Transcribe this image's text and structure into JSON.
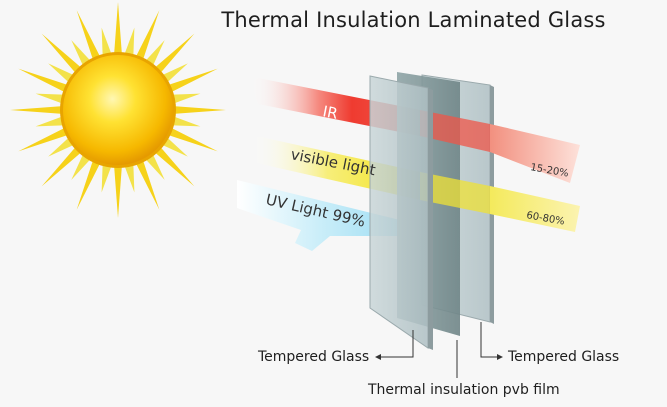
{
  "title": "Thermal Insulation Laminated Glass",
  "rays": {
    "ir": {
      "label": "IR",
      "percent": "15-20%",
      "color": "#ef4a3f"
    },
    "visible": {
      "label": "visible light",
      "percent": "60-80%",
      "color": "#f2e22a"
    },
    "uv": {
      "label": "UV Light 99%",
      "color": "#a9e3f5"
    }
  },
  "labels": {
    "left_glass": "Tempered Glass",
    "right_glass": "Tempered Glass",
    "film": "Thermal insulation pvb film"
  },
  "colors": {
    "sun_core": "#ffd21a",
    "sun_rays": "#f7d21b",
    "glass": "#b8c7cb",
    "film": "#7f9698"
  }
}
